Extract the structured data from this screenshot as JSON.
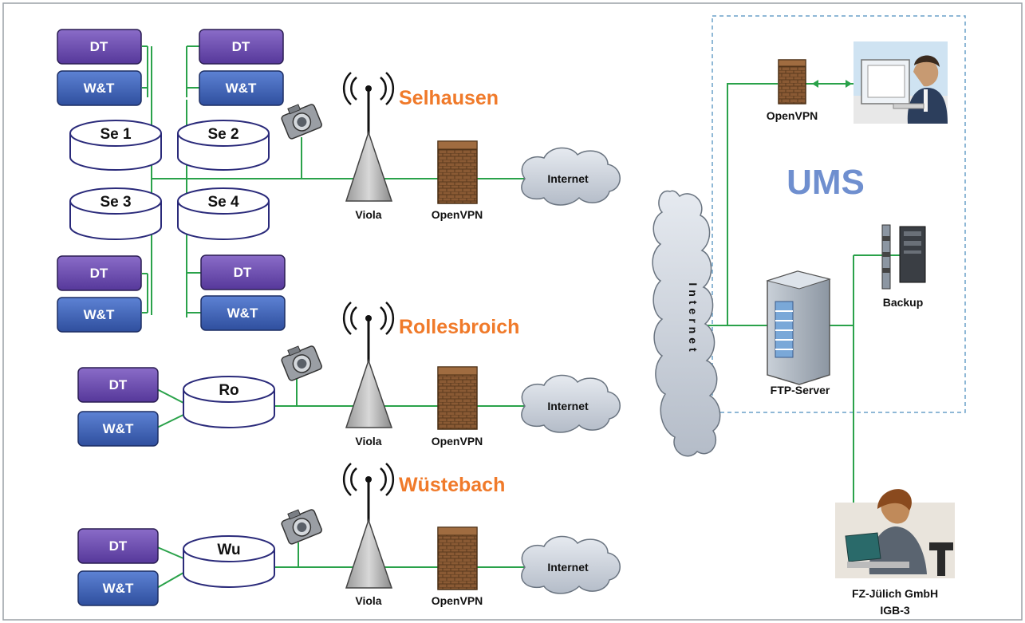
{
  "colors": {
    "dt_box": "#6a4aa8",
    "wt_box": "#3f63b8",
    "wire": "#2aa24a",
    "site_label": "#f07a2a",
    "ums_label": "#6f8fcf",
    "frame": "#9aa0a6",
    "ums_border": "#6aa0c8"
  },
  "labels": {
    "dt": "DT",
    "wt": "W&T",
    "viola": "Viola",
    "openvpn": "OpenVPN",
    "internet": "Internet",
    "internet_backbone": "Internet",
    "ums": "UMS",
    "backup": "Backup",
    "ftp_server": "FTP-Server",
    "fz_line1": "FZ-Jülich GmbH",
    "fz_line2": "IGB-3"
  },
  "sites": {
    "selhausen": {
      "name": "Selhausen",
      "stations": [
        "Se 1",
        "Se 2",
        "Se 3",
        "Se 4"
      ]
    },
    "rollesbroich": {
      "name": "Rollesbroich",
      "stations": [
        "Ro"
      ]
    },
    "wuestebach": {
      "name": "Wüstebach",
      "stations": [
        "Wu"
      ]
    }
  }
}
